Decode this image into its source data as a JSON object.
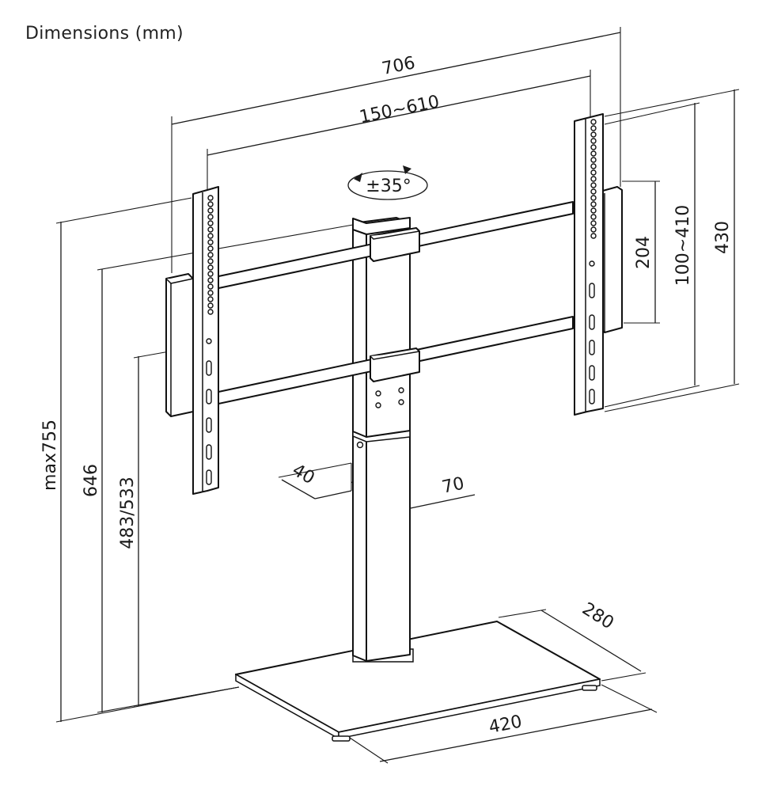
{
  "title": "Dimensions (mm)",
  "dimensions": {
    "overall_width": "706",
    "vesa_horizontal": "150~610",
    "rotation": "±35°",
    "bracket_height": "204",
    "vesa_vertical": "100~410",
    "plate_height": "430",
    "max_height": "max755",
    "center_height": "646",
    "lower_height": "483/533",
    "column_depth": "40",
    "column_width": "70",
    "base_depth": "280",
    "base_width": "420"
  }
}
